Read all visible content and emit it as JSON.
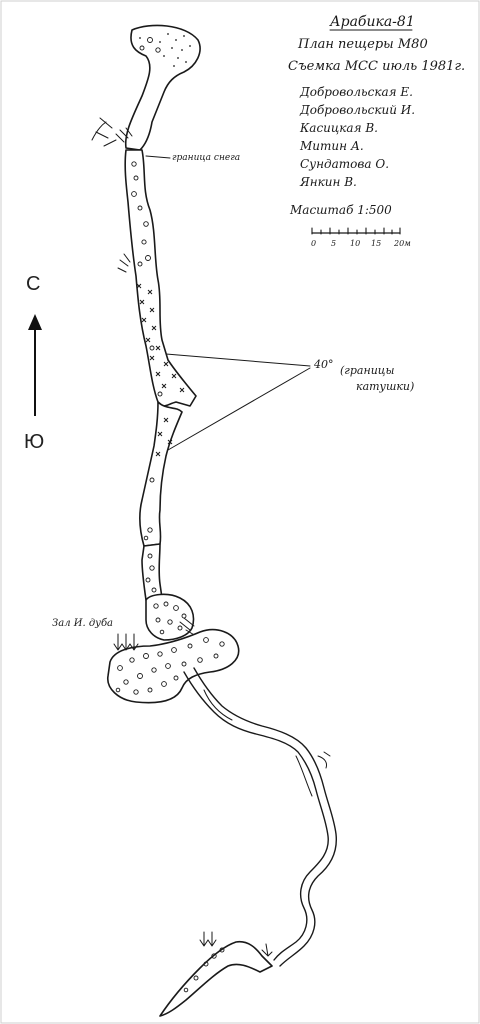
{
  "header": {
    "title": "Арабика-81",
    "subtitle": "План пещеры М80",
    "survey": "Съемка МСС июль 1981г."
  },
  "authors": [
    "Добровольская Е.",
    "Добровольский И.",
    "Касицкая В.",
    "Митин А.",
    "Сундатова О.",
    "Янкин В."
  ],
  "scale": {
    "label": "Масштаб 1:500",
    "ticks": [
      "0",
      "5",
      "10",
      "15",
      "20м"
    ]
  },
  "compass": {
    "north": "С",
    "south": "Ю"
  },
  "annotations": {
    "snow_boundary": "граница снега",
    "angle_value": "40°",
    "angle_note": "(границы катушки)",
    "hall_name": "Зал И. дуба"
  }
}
